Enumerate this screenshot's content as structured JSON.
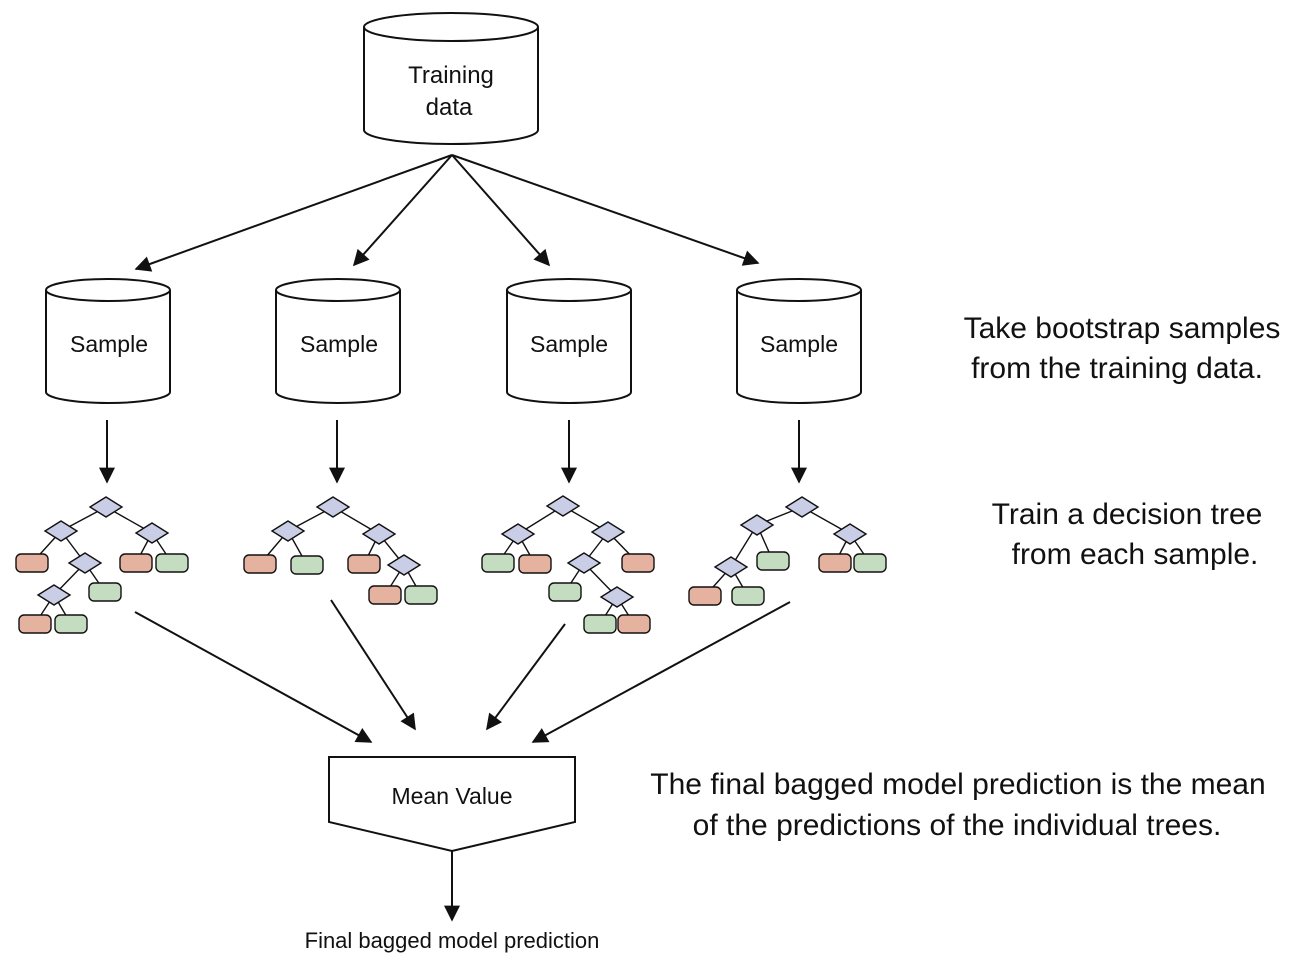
{
  "training": {
    "line1": "Training",
    "line2": "data"
  },
  "samples": [
    {
      "label": "Sample"
    },
    {
      "label": "Sample"
    },
    {
      "label": "Sample"
    },
    {
      "label": "Sample"
    }
  ],
  "mean_box": {
    "label": "Mean Value"
  },
  "output": {
    "label": "Final bagged model prediction"
  },
  "notes": {
    "bootstrap": {
      "line1": "Take bootstrap samples",
      "line2": "from the training data."
    },
    "train": {
      "line1": "Train a decision tree",
      "line2": "from each sample."
    },
    "final": {
      "line1": "The final bagged model prediction is the mean",
      "line2": "of the predictions of the individual trees."
    }
  },
  "colors": {
    "node_fill": "#c9cde6",
    "leaf_red": "#e6b2a0",
    "leaf_green": "#c4dcc0",
    "stroke": "#111111"
  }
}
